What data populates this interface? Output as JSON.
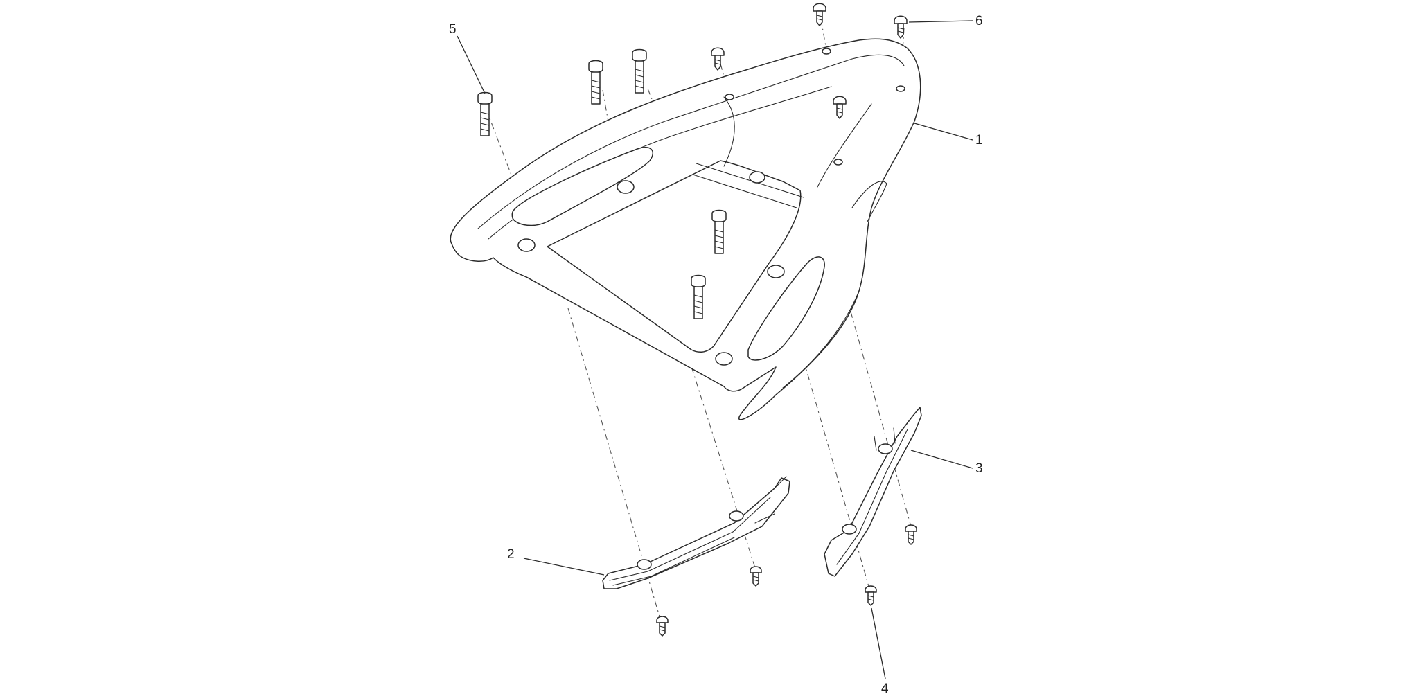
{
  "diagram": {
    "kind": "exploded-parts-view",
    "callouts": [
      {
        "id": "1",
        "label": "1"
      },
      {
        "id": "2",
        "label": "2"
      },
      {
        "id": "3",
        "label": "3"
      },
      {
        "id": "4",
        "label": "4"
      },
      {
        "id": "5",
        "label": "5"
      },
      {
        "id": "6",
        "label": "6"
      }
    ],
    "line_color": "#2a2a2a",
    "background": "#ffffff"
  }
}
